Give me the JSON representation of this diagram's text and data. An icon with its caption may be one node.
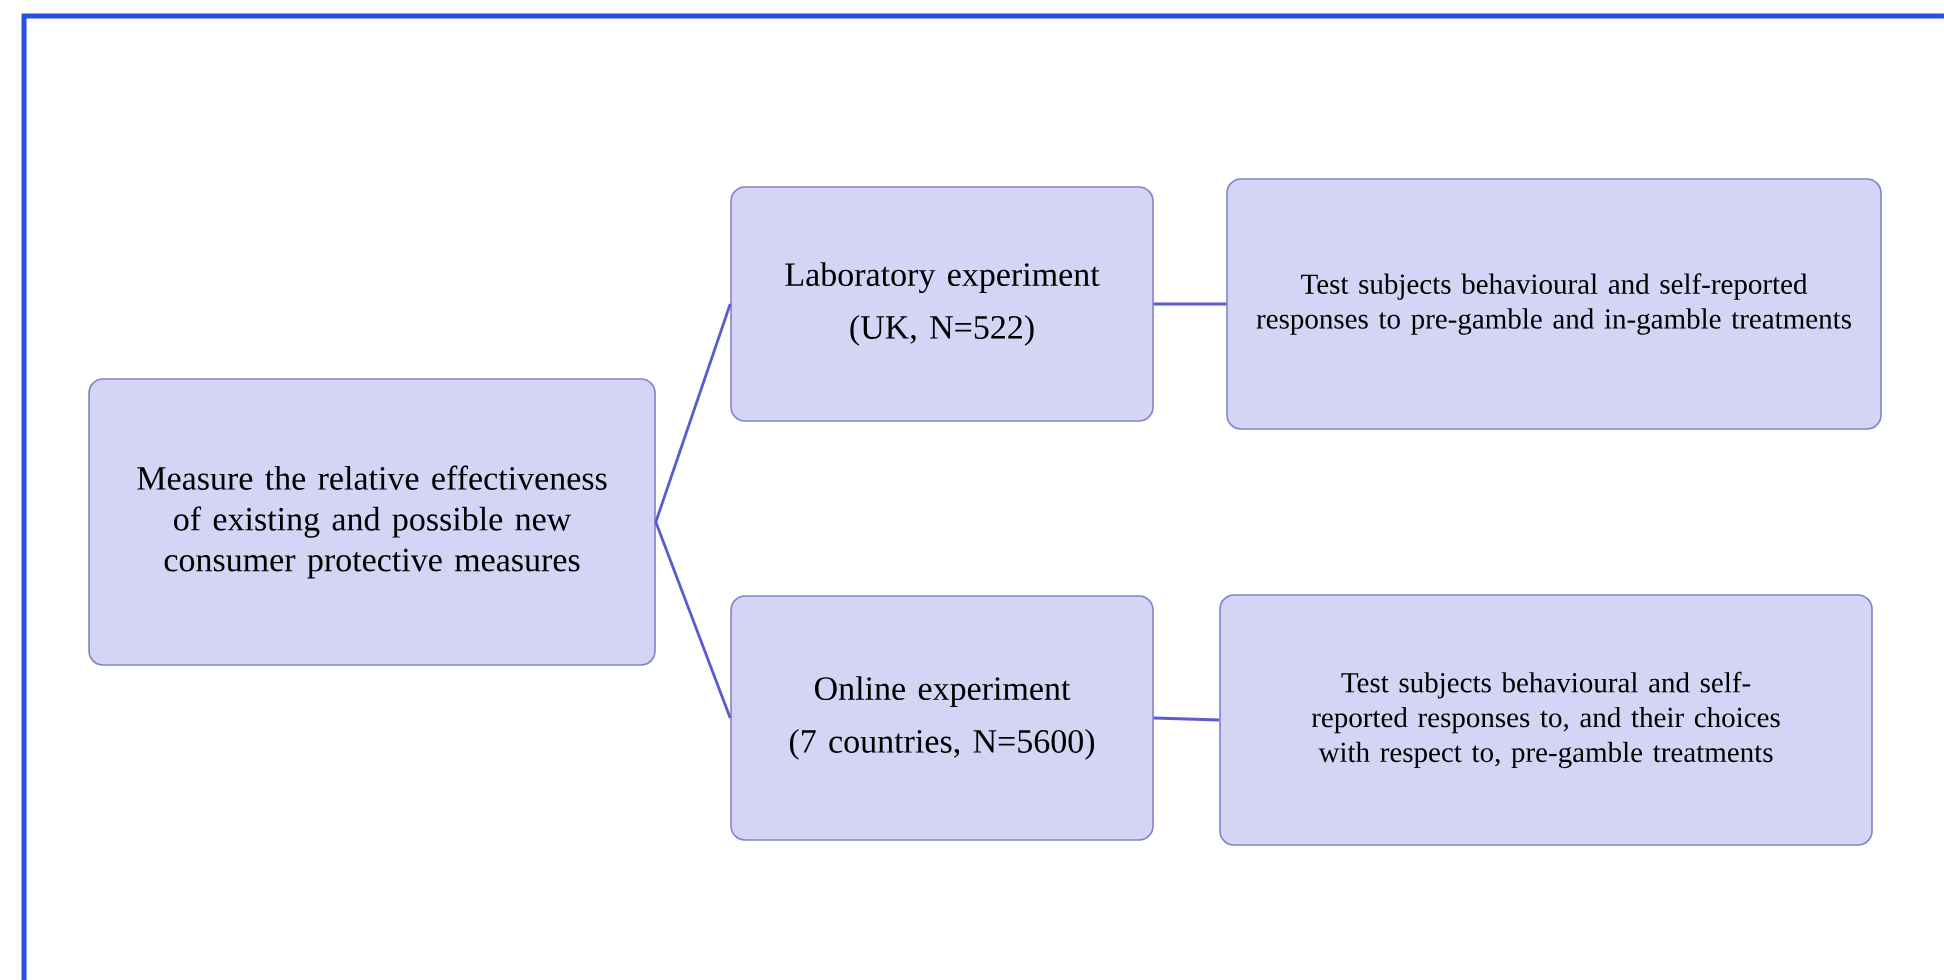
{
  "diagram": {
    "nodes": [
      {
        "text": [
          "Measure the relative effectiveness of existing and possible new consumer protective measures"
        ]
      },
      {
        "text": [
          "Laboratory experiment",
          "(UK, N=522)"
        ]
      },
      {
        "text": [
          "Test subjects behavioural and self-reported responses to pre-gamble and in-gamble treatments"
        ]
      },
      {
        "text": [
          "Online experiment",
          "(7 countries, N=5600)"
        ]
      },
      {
        "text": [
          "Test subjects behavioural and self-reported responses to, and their choices with respect to, pre-gamble treatments"
        ]
      }
    ],
    "edges": [
      {
        "from": 0,
        "to": 1,
        "arrow": "none"
      },
      {
        "from": 1,
        "to": 2,
        "arrow": "none"
      },
      {
        "from": 0,
        "to": 3,
        "arrow": "none"
      },
      {
        "from": 3,
        "to": 4,
        "arrow": "none"
      }
    ]
  }
}
